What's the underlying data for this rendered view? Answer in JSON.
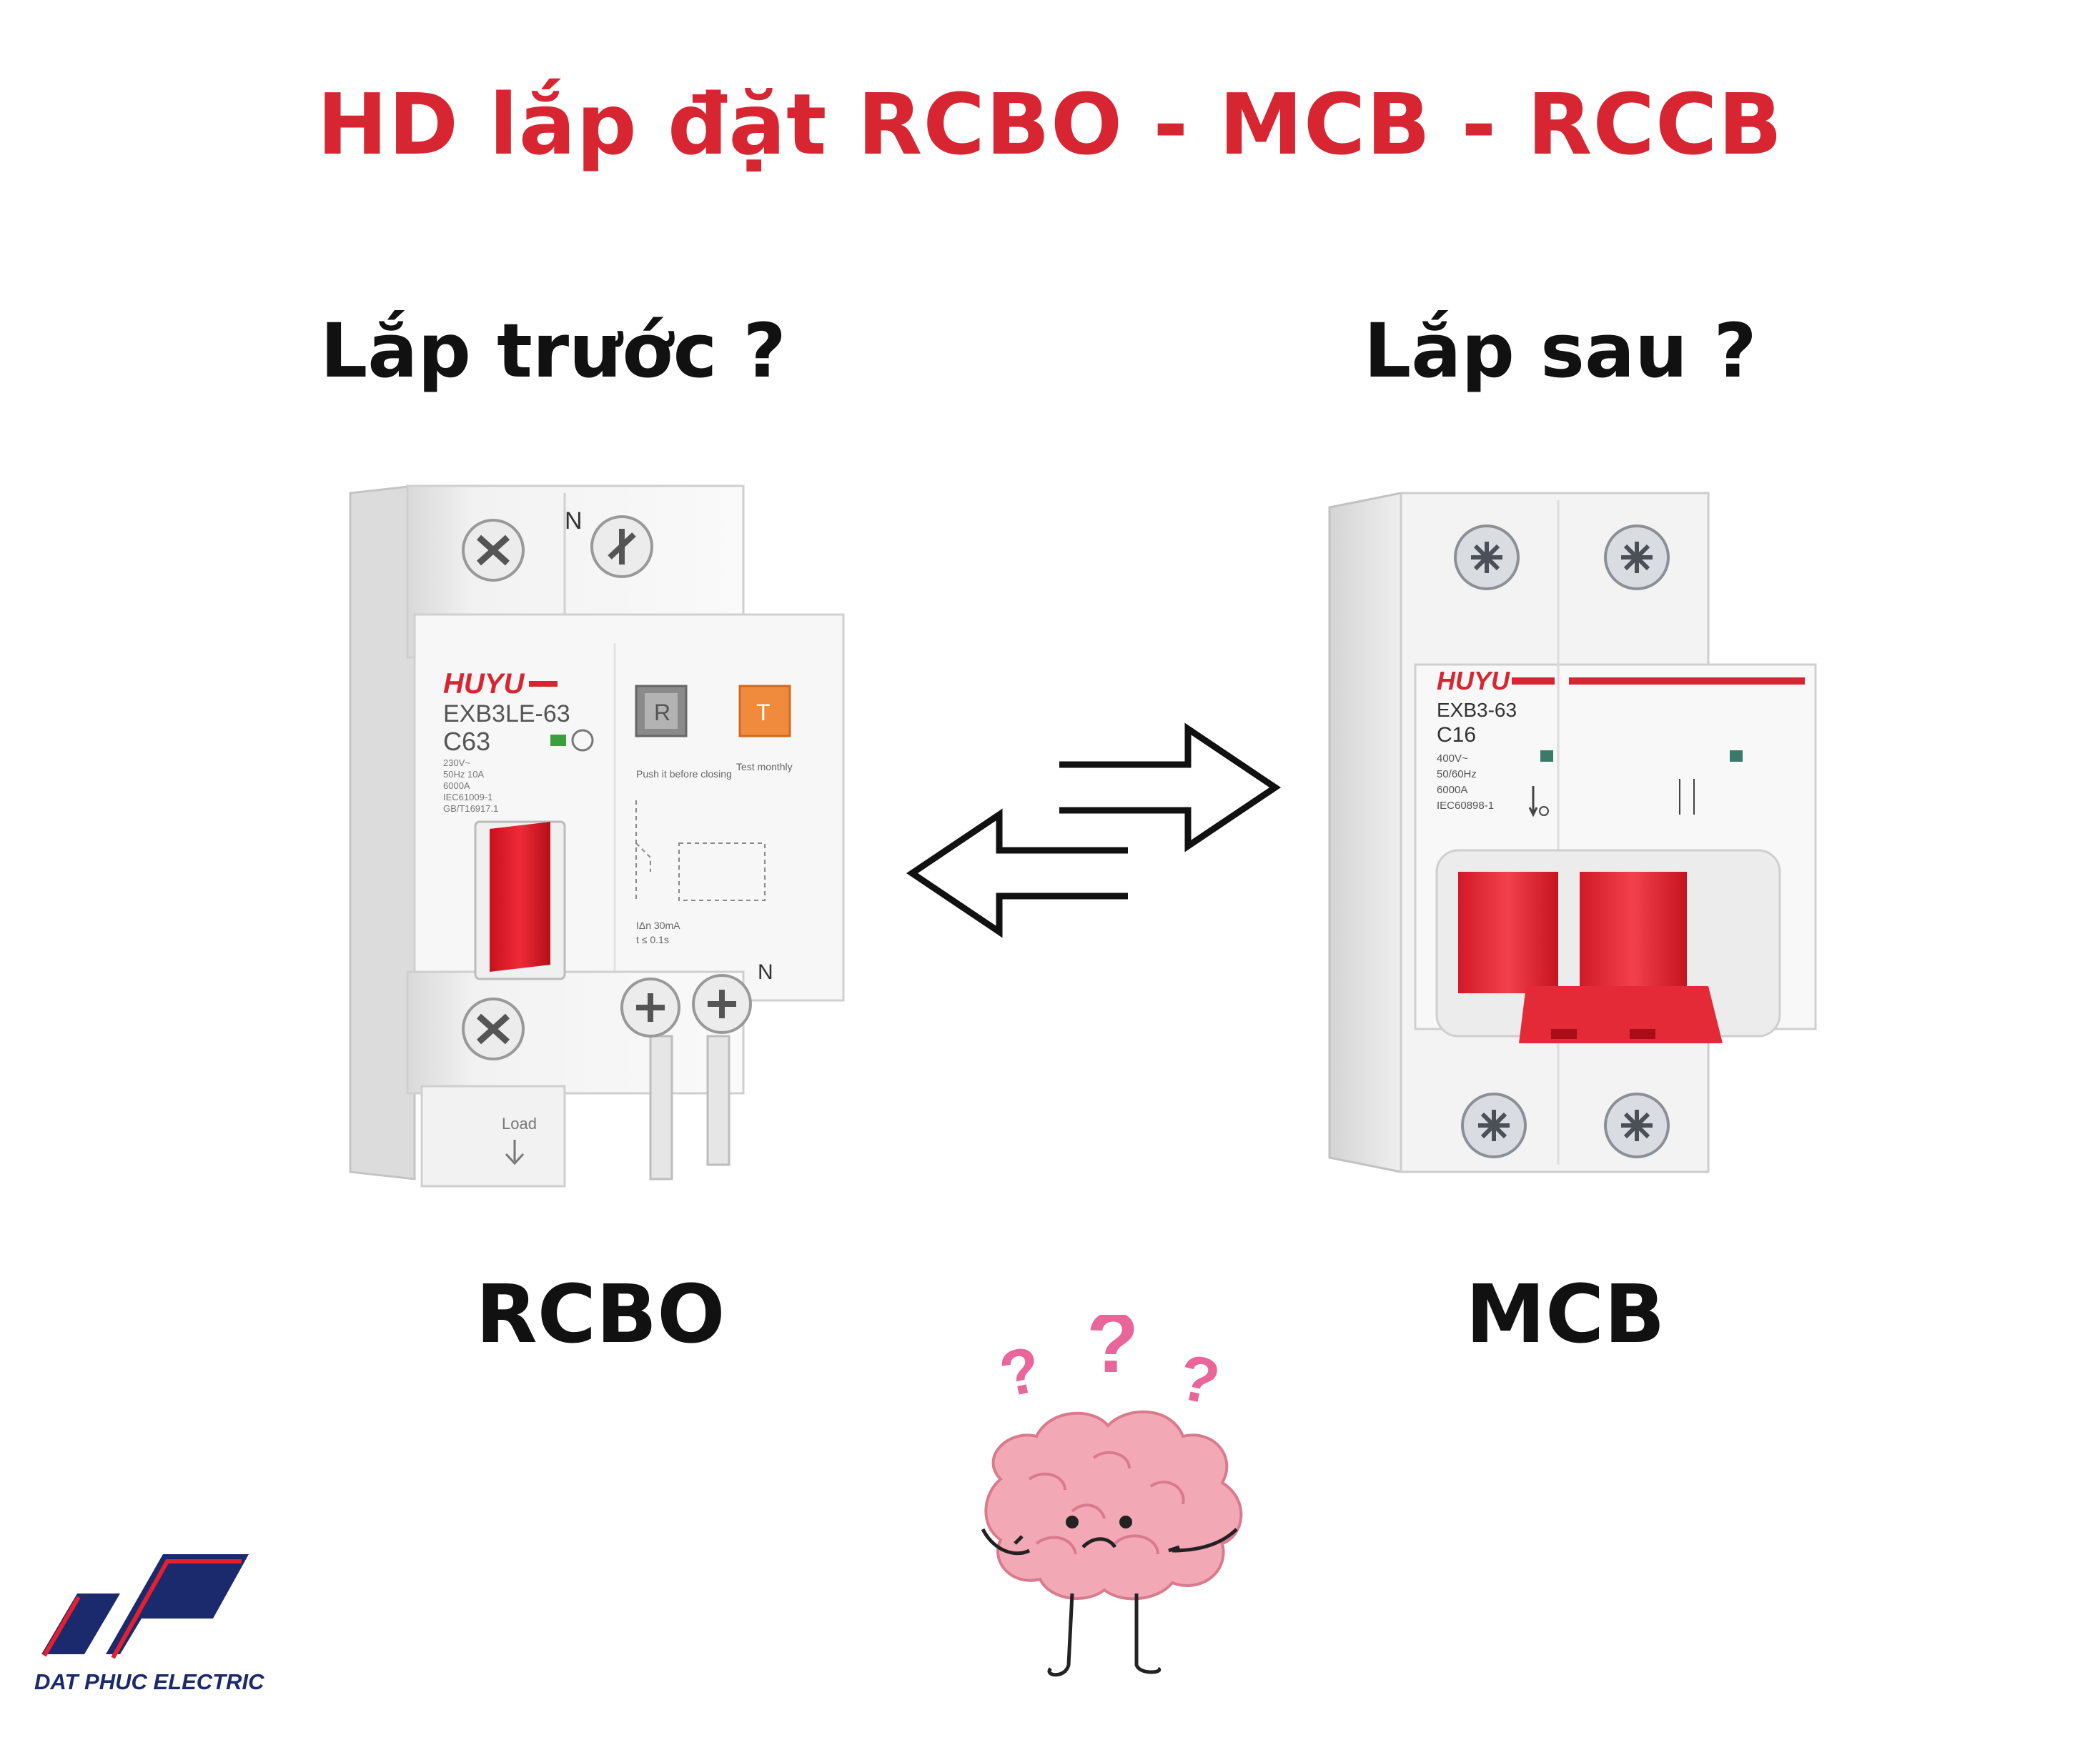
{
  "title": "HD lắp đặt RCBO - MCB - RCCB",
  "left": {
    "question": "Lắp trước ?",
    "label": "RCBO"
  },
  "right": {
    "question": "Lắp sau ?",
    "label": "MCB"
  },
  "rcbo": {
    "brand": "HUYU",
    "model": "EXB3LE-63",
    "rating": "C63",
    "specs": [
      "230V~",
      "50Hz 10A",
      "6000A",
      "IEC61009-1",
      "GB/T16917.1"
    ],
    "reset_key": "R",
    "test_key": "T",
    "reset_caption": "Push it before closing",
    "test_caption": "Test monthly",
    "top_terminal_label": "N",
    "bottom_terminal_label": "N",
    "trip_spec": [
      "IΔn 30mA",
      "t ≤ 0.1s"
    ],
    "load_label": "Load"
  },
  "mcb": {
    "brand": "HUYU",
    "model": "EXB3-63",
    "rating": "C16",
    "specs": [
      "400V~",
      "50/60Hz",
      "6000A",
      "IEC60898-1"
    ]
  },
  "logo": {
    "company": "DAT PHUC ELECTRIC"
  },
  "colors": {
    "title": "#d72631",
    "breaker_red": "#e5202e",
    "logo_navy": "#1a2a6c",
    "brain_pink": "#f3a9b5"
  }
}
